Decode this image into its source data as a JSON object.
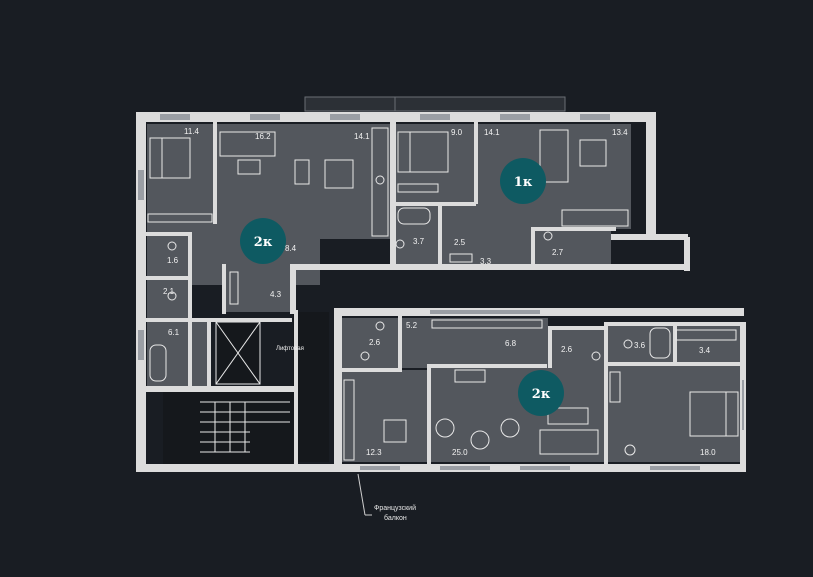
{
  "rooms": [
    {
      "id": "r-11-4",
      "label": "11.4"
    },
    {
      "id": "r-16-2",
      "label": "16.2"
    },
    {
      "id": "r-14-1a",
      "label": "14.1"
    },
    {
      "id": "r-9-0",
      "label": "9.0"
    },
    {
      "id": "r-14-1b",
      "label": "14.1"
    },
    {
      "id": "r-13-4",
      "label": "13.4"
    },
    {
      "id": "r-8-4",
      "label": "8.4"
    },
    {
      "id": "r-1-6",
      "label": "1.6"
    },
    {
      "id": "r-3-7",
      "label": "3.7"
    },
    {
      "id": "r-2-5",
      "label": "2.5"
    },
    {
      "id": "r-3-3",
      "label": "3.3"
    },
    {
      "id": "r-2-7",
      "label": "2.7"
    },
    {
      "id": "r-2-1",
      "label": "2.1"
    },
    {
      "id": "r-4-3",
      "label": "4.3"
    },
    {
      "id": "r-6-1",
      "label": "6.1"
    },
    {
      "id": "r-5-2",
      "label": "5.2"
    },
    {
      "id": "r-2-6a",
      "label": "2.6"
    },
    {
      "id": "r-6-8",
      "label": "6.8"
    },
    {
      "id": "r-2-6b",
      "label": "2.6"
    },
    {
      "id": "r-3-6",
      "label": "3.6"
    },
    {
      "id": "r-3-4",
      "label": "3.4"
    },
    {
      "id": "r-12-3",
      "label": "12.3"
    },
    {
      "id": "r-25-0",
      "label": "25.0"
    },
    {
      "id": "r-18-0",
      "label": "18.0"
    }
  ],
  "badges": {
    "left": "2к",
    "top_right": "1к",
    "bottom": "2к"
  },
  "labels": {
    "elevator": "Лифтовая",
    "balcony_line1": "Французский",
    "balcony_line2": "балкон"
  },
  "colors": {
    "background": "#191d23",
    "room": "#53575d",
    "wall": "#dcdcdc",
    "badge": "#0e5a62"
  }
}
